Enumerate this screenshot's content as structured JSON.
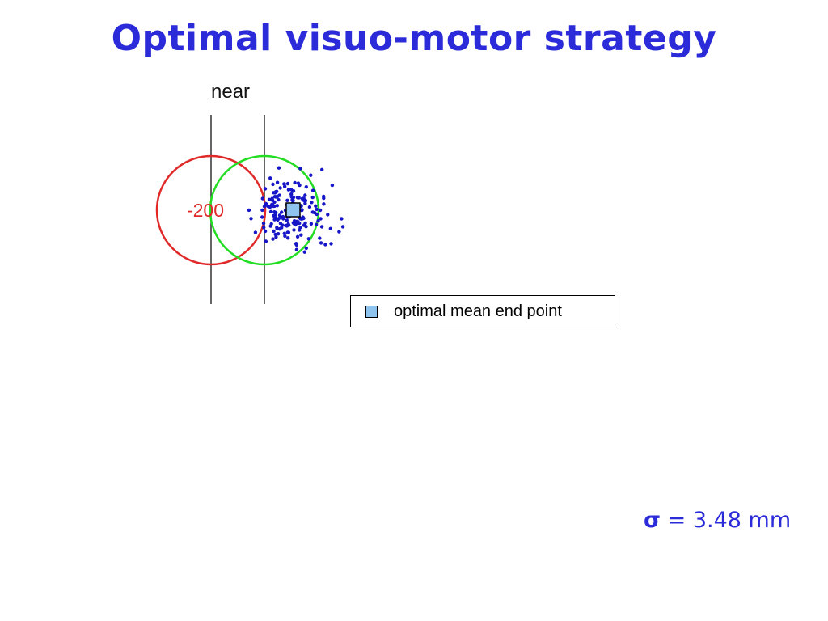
{
  "title": "Optimal visuo-motor strategy",
  "panel_label": "near",
  "penalty_label": "-200",
  "legend_label": "optimal mean end point",
  "sigma_symbol": "σ",
  "sigma_value": "= 3.48 mm",
  "colors": {
    "title": "#2b2bd9",
    "penalty_circle": "#e02a2a",
    "target_circle": "#22dd22",
    "end_points": "#1616c8",
    "mean_marker_fill": "#8ec4ee",
    "penalty_label": "#e02a2a"
  },
  "icons": [
    "optimal-mean-marker-icon"
  ]
}
